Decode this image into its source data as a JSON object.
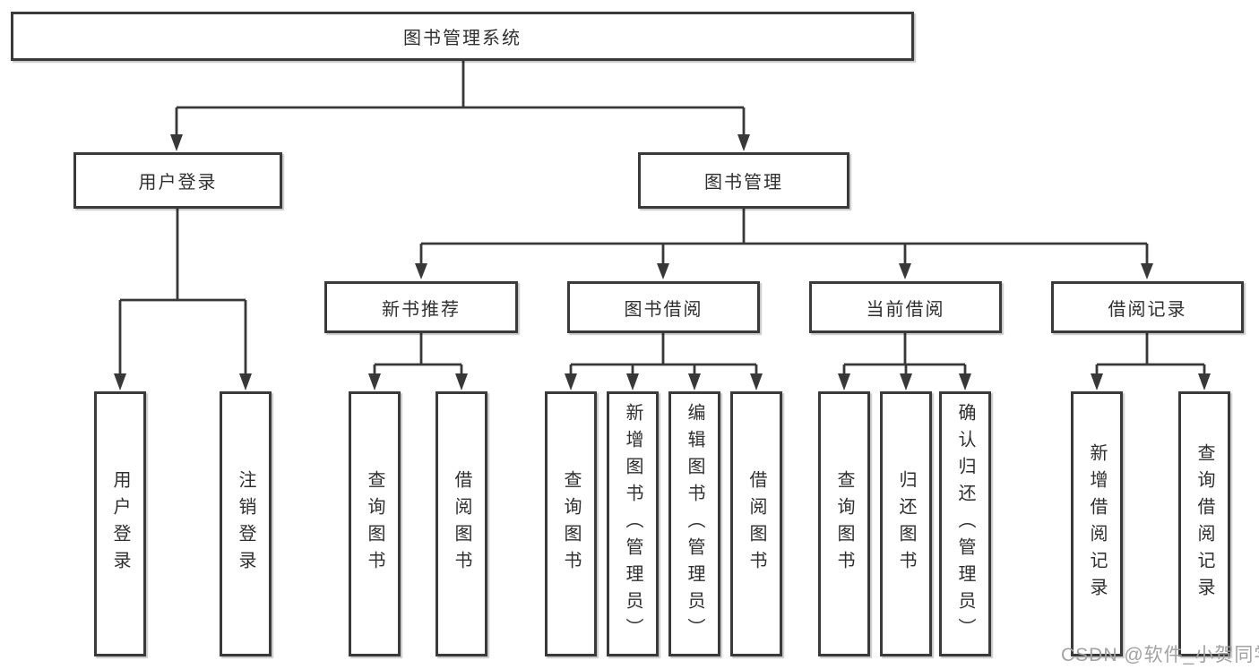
{
  "nodes": {
    "root": {
      "label": "图书管理系统"
    },
    "level2": [
      {
        "id": "user-login",
        "label": "用户登录"
      },
      {
        "id": "book-management",
        "label": "图书管理"
      }
    ],
    "level3": [
      {
        "id": "new-book-recommend",
        "parent": "图书管理",
        "label": "新书推荐"
      },
      {
        "id": "book-borrowing",
        "parent": "图书管理",
        "label": "图书借阅"
      },
      {
        "id": "current-borrowing",
        "parent": "图书管理",
        "label": "当前借阅"
      },
      {
        "id": "borrowing-records",
        "parent": "图书管理",
        "label": "借阅记录"
      }
    ],
    "leaves": [
      {
        "parent": "用户登录",
        "label": "用户登录"
      },
      {
        "parent": "用户登录",
        "label": "注销登录"
      },
      {
        "parent": "新书推荐",
        "label": "查询图书"
      },
      {
        "parent": "新书推荐",
        "label": "借阅图书"
      },
      {
        "parent": "图书借阅",
        "label": "查询图书"
      },
      {
        "parent": "图书借阅",
        "label": "新增图书（管理员）"
      },
      {
        "parent": "图书借阅",
        "label": "编辑图书（管理员）"
      },
      {
        "parent": "图书借阅",
        "label": "借阅图书"
      },
      {
        "parent": "当前借阅",
        "label": "查询图书"
      },
      {
        "parent": "当前借阅",
        "label": "归还图书"
      },
      {
        "parent": "当前借阅",
        "label": "确认归还（管理员）"
      },
      {
        "parent": "借阅记录",
        "label": "新增借阅记录"
      },
      {
        "parent": "借阅记录",
        "label": "查询借阅记录"
      }
    ]
  },
  "watermark": {
    "text": "CSDN @软件_小贺同学",
    "color": "#a2a2a2"
  },
  "colors": {
    "line": "#383838",
    "box_border": "#3a3a3a",
    "text": "#2f2f2f",
    "background": "#ffffff"
  }
}
